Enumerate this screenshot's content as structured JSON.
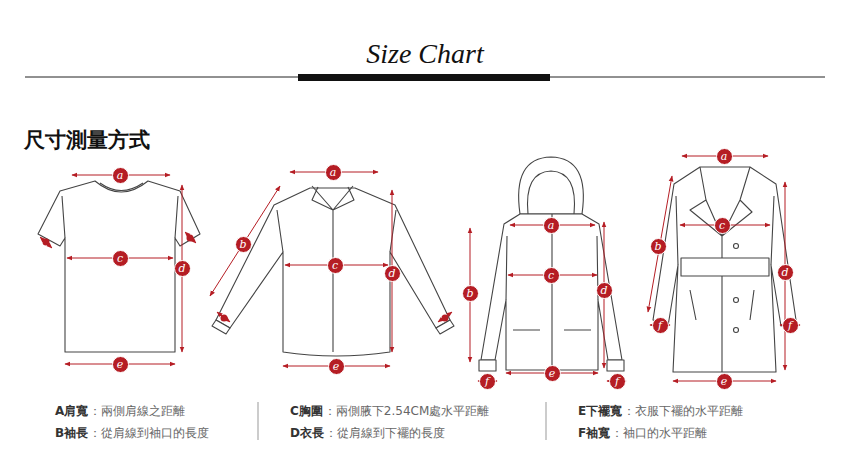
{
  "diagram": {
    "title": "Size Chart",
    "nodes": [
      {
        "text": [
          "a"
        ]
      },
      {
        "text": [
          "c"
        ]
      },
      {
        "text": [
          "d"
        ]
      },
      {
        "text": [
          "e"
        ]
      },
      {
        "text": [
          "a"
        ]
      },
      {
        "text": [
          "b"
        ]
      },
      {
        "text": [
          "c"
        ]
      },
      {
        "text": [
          "d"
        ]
      },
      {
        "text": [
          "e"
        ]
      },
      {
        "text": [
          "a"
        ]
      },
      {
        "text": [
          "b"
        ]
      },
      {
        "text": [
          "c"
        ]
      },
      {
        "text": [
          "d"
        ]
      },
      {
        "text": [
          "e"
        ]
      },
      {
        "text": [
          "f"
        ]
      },
      {
        "text": [
          "f"
        ]
      },
      {
        "text": [
          "a"
        ]
      },
      {
        "text": [
          "b"
        ]
      },
      {
        "text": [
          "c"
        ]
      },
      {
        "text": [
          "d"
        ]
      },
      {
        "text": [
          "e"
        ]
      },
      {
        "text": [
          "f"
        ]
      },
      {
        "text": [
          "f"
        ]
      }
    ],
    "edges": [],
    "labels": [
      "尺寸測量方式",
      "A肩寬",
      "：兩側肩線之距離",
      "B袖長",
      "：從肩線到袖口的長度",
      "C胸圍",
      "：兩側腋下2.54CM處水平距離",
      "D衣長",
      "：從肩線到下襬的長度",
      "E下襬寬",
      "：衣服下襬的水平距離",
      "F袖寬",
      "：袖口的水平距離"
    ]
  }
}
